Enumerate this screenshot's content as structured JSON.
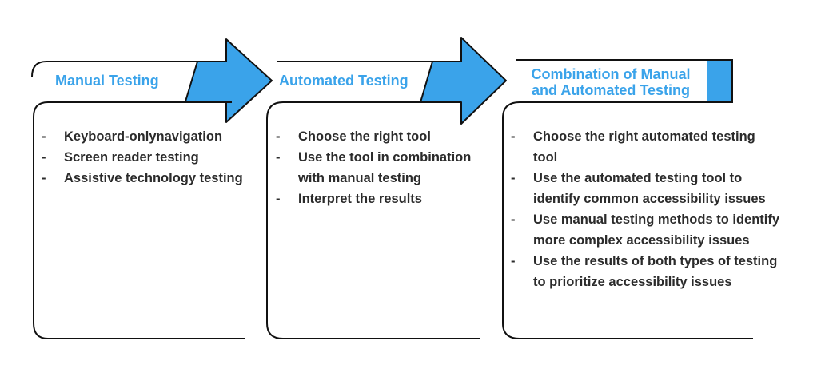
{
  "colors": {
    "accent": "#3aa3ea",
    "stroke": "#111111",
    "text": "#2b2b2b"
  },
  "stages": [
    {
      "title": "Manual Testing",
      "bullet": "-",
      "items": [
        "Keyboard-onlynavigation",
        "Screen reader testing",
        "Assistive technology testing"
      ]
    },
    {
      "title": "Automated Testing",
      "bullet": "-",
      "items": [
        "Choose the right tool",
        "Use the tool in combination",
        "with manual testing",
        "Interpret the results"
      ]
    },
    {
      "title_line1": "Combination of Manual",
      "title_line2": "and Automated Testing",
      "bullet": "-",
      "items": [
        "Choose the right automated testing",
        "tool",
        "Use the automated testing tool to",
        "identify common accessibility issues",
        "Use manual testing methods to identify",
        "more complex accessibility issues",
        "Use the results of both types of testing",
        "to prioritize accessibility issues"
      ]
    }
  ]
}
